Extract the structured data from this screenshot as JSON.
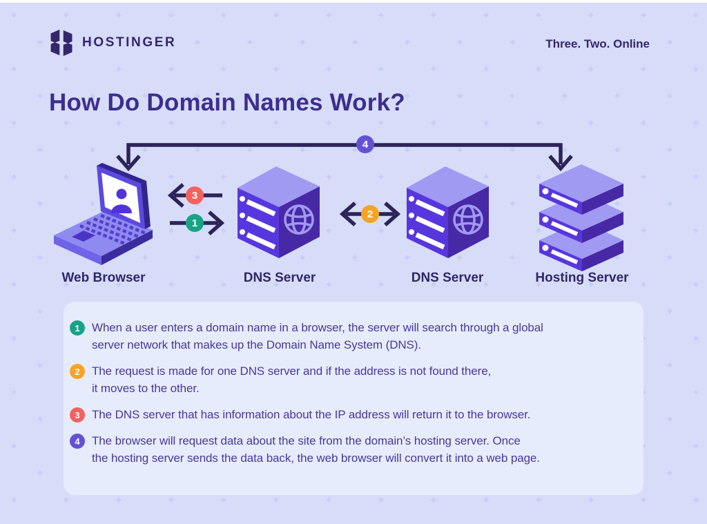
{
  "header": {
    "brand": "HOSTINGER",
    "tagline": "Three. Two. Online"
  },
  "title": "How Do Domain Names Work?",
  "colors": {
    "teal": "#19a386",
    "orange": "#f7a325",
    "red": "#f4625f",
    "purple": "#6351d5",
    "arrow_dark": "#2e2359",
    "background": "#d7ddf9",
    "panel": "#e7ecfd",
    "ink": "#35266b"
  },
  "diagram": {
    "nodes": [
      {
        "label": "Web Browser",
        "icon": "laptop-icon"
      },
      {
        "label": "DNS Server",
        "icon": "server-cube-icon"
      },
      {
        "label": "DNS Server",
        "icon": "server-cube-icon"
      },
      {
        "label": "Hosting Server",
        "icon": "server-stack-icon"
      }
    ],
    "arrow_badges": {
      "b1": "1",
      "b2": "2",
      "b3": "3",
      "b4": "4"
    }
  },
  "steps": [
    {
      "number": "1",
      "lines": [
        "When a user enters a domain name in a browser, the server will search through a global",
        "server network that makes up the Domain Name System (DNS)."
      ]
    },
    {
      "number": "2",
      "lines": [
        "The request is made for one DNS server and if the address is not found there,",
        "it moves to the other."
      ]
    },
    {
      "number": "3",
      "lines": [
        "The DNS server that has information about the IP address will return it to the browser."
      ]
    },
    {
      "number": "4",
      "lines": [
        "The browser will request data about the site from the domain’s hosting server. Once",
        "the hosting server sends the data back, the web browser will convert it into a web page."
      ]
    }
  ]
}
